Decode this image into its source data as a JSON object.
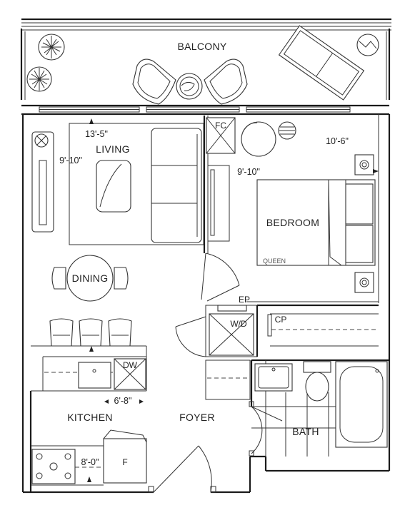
{
  "rooms": {
    "balcony": "BALCONY",
    "living": "LIVING",
    "bedroom": "BEDROOM",
    "dining": "DINING",
    "kitchen": "KITCHEN",
    "foyer": "FOYER",
    "bath": "BATH"
  },
  "dimensions": {
    "living": "13'-5\"",
    "living_depth": "9'-10\"",
    "bedroom_width": "10'-6\"",
    "bedroom_depth": "9'-10\"",
    "kitchen_width": "6'-8\"",
    "kitchen_depth": "8'-0\""
  },
  "fixtures": {
    "fireplace": "FC",
    "washer_dryer": "W/D",
    "electrical_panel": "EP",
    "closet_pantry": "CP",
    "dishwasher": "DW",
    "fridge": "F",
    "bed_size": "QUEEN"
  }
}
